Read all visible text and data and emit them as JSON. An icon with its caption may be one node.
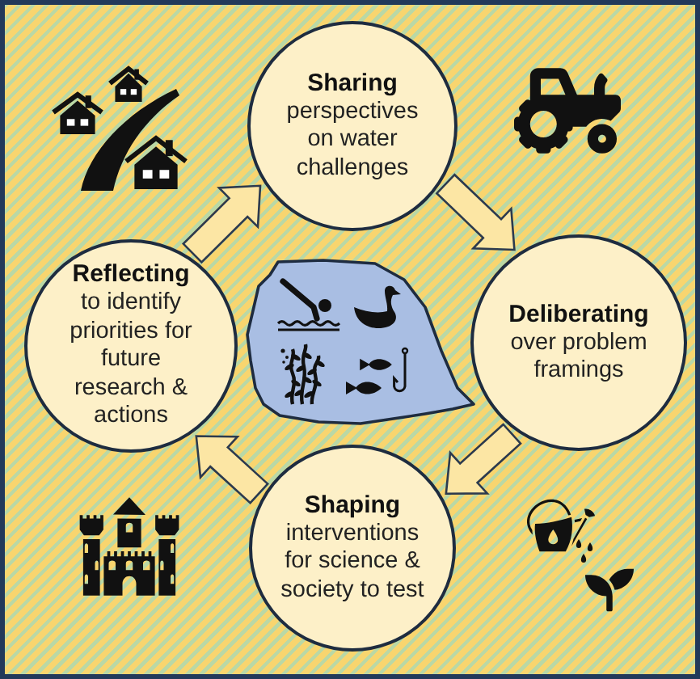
{
  "diagram": {
    "nodes": [
      {
        "text": [
          "Sharing",
          "perspectives on water challenges"
        ]
      },
      {
        "text": [
          "Reflecting",
          "to identify priorities for future research & actions"
        ]
      },
      {
        "text": [
          "Deliberating",
          "over problem framings"
        ]
      },
      {
        "text": [
          "Shaping",
          "interventions for science & society to test"
        ]
      }
    ],
    "edges": [
      {
        "from": 0,
        "to": 2,
        "arrow": "to"
      },
      {
        "from": 2,
        "to": 3,
        "arrow": "to"
      },
      {
        "from": 3,
        "to": 1,
        "arrow": "to"
      },
      {
        "from": 1,
        "to": 0,
        "arrow": "to"
      }
    ]
  }
}
